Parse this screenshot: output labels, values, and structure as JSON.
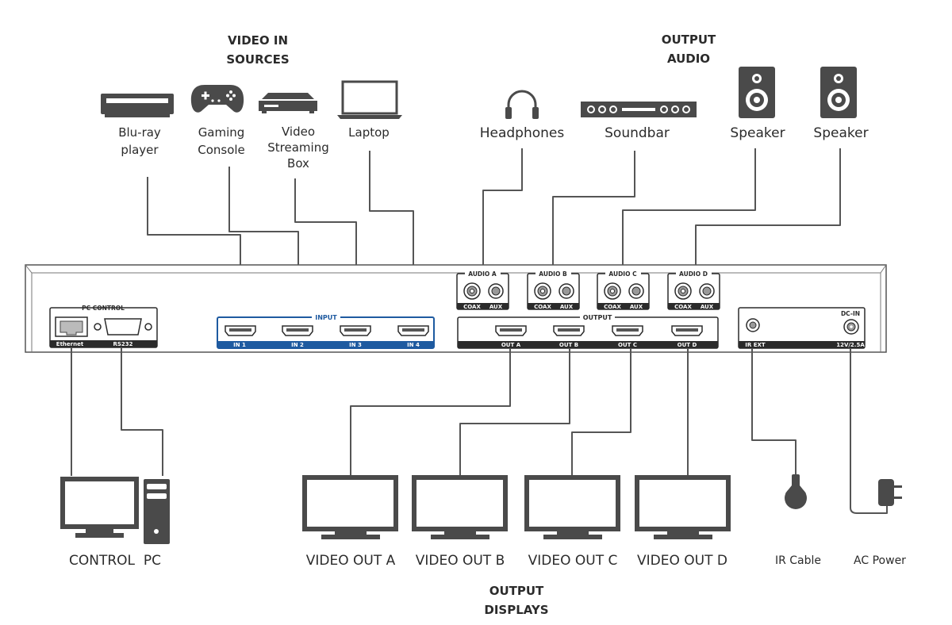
{
  "headers": {
    "video_in": [
      "VIDEO IN",
      "SOURCES"
    ],
    "output_audio": [
      "OUTPUT",
      "AUDIO"
    ],
    "output_displays": [
      "OUTPUT",
      "DISPLAYS"
    ]
  },
  "sources": [
    {
      "lines": [
        "Blu-ray",
        "player"
      ],
      "icon": "blu-ray-player-icon"
    },
    {
      "lines": [
        "Gaming",
        "Console"
      ],
      "icon": "gamepad-icon"
    },
    {
      "lines": [
        "Video",
        "Streaming",
        "Box"
      ],
      "icon": "streaming-box-icon"
    },
    {
      "lines": [
        "Laptop"
      ],
      "icon": "laptop-icon"
    }
  ],
  "audio_devices": [
    {
      "label": "Headphones",
      "icon": "headphones-icon"
    },
    {
      "label": "Soundbar",
      "icon": "soundbar-icon"
    },
    {
      "label": "Speaker",
      "icon": "speaker-icon"
    },
    {
      "label": "Speaker",
      "icon": "speaker-icon"
    }
  ],
  "switcher": {
    "pc_control": {
      "title": "PC CONTROL",
      "ports": [
        "Ethernet",
        "RS232"
      ]
    },
    "input": {
      "title": "INPUT",
      "ports": [
        "IN 1",
        "IN 2",
        "IN 3",
        "IN 4"
      ]
    },
    "audio_ports": [
      {
        "title": "AUDIO A",
        "ports": [
          "COAX",
          "AUX"
        ]
      },
      {
        "title": "AUDIO B",
        "ports": [
          "COAX",
          "AUX"
        ]
      },
      {
        "title": "AUDIO C",
        "ports": [
          "COAX",
          "AUX"
        ]
      },
      {
        "title": "AUDIO D",
        "ports": [
          "COAX",
          "AUX"
        ]
      }
    ],
    "output": {
      "title": "OUTPUT",
      "ports": [
        "OUT A",
        "OUT B",
        "OUT C",
        "OUT D"
      ]
    },
    "power": {
      "ir": "IR EXT",
      "dc": "DC-IN",
      "rating": "12V/2.5A"
    }
  },
  "bottom": {
    "control_pc": "CONTROL  PC",
    "video_outs": [
      "VIDEO OUT A",
      "VIDEO OUT B",
      "VIDEO OUT C",
      "VIDEO OUT D"
    ],
    "ir_cable": "IR Cable",
    "ac_power": "AC Power"
  },
  "colors": {
    "input_accent": "#1e5aa0",
    "device": "#4a4a4a",
    "wire": "#555555"
  }
}
